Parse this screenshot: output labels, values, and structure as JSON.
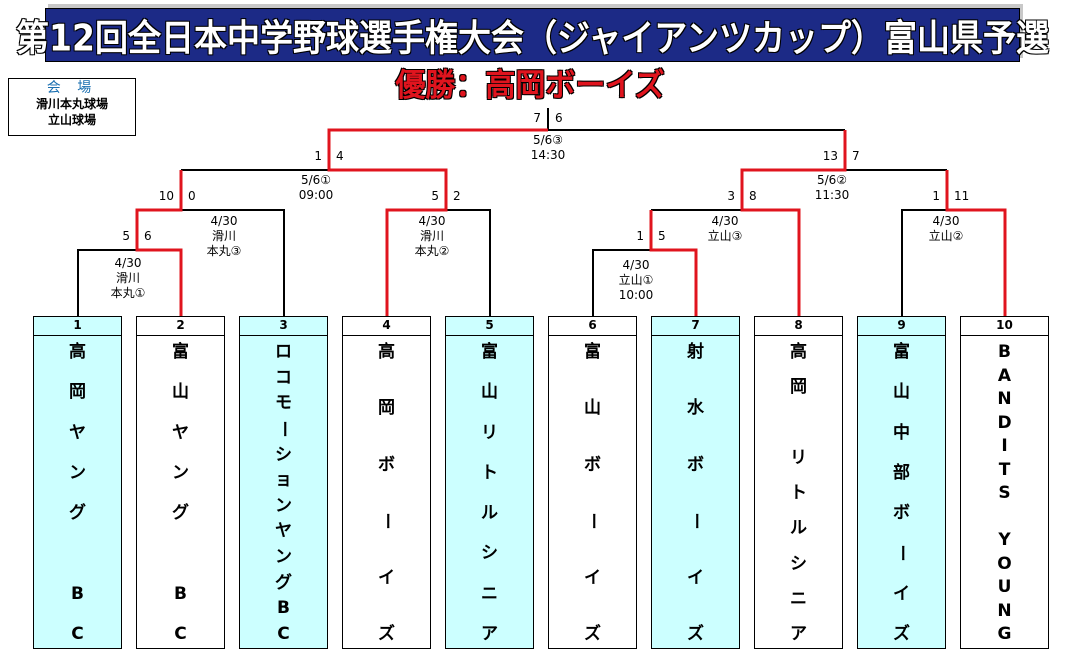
{
  "title": "第12回全日本中学野球選手権大会（ジャイアンツカップ）富山県予選",
  "winner": "優勝：高岡ボーイズ",
  "venue": {
    "heading": "会 場",
    "lines": [
      "滑川本丸球場",
      "立山球場"
    ]
  },
  "colors": {
    "win_line": "#e0141e",
    "title_bg": "#1c2a86",
    "alt_box": "#ccffff"
  },
  "matches": [
    {
      "id": "r1a",
      "score_l": "5",
      "score_r": "6",
      "info": [
        "4/30",
        "滑川",
        "本丸①"
      ]
    },
    {
      "id": "r1b",
      "score_l": "10",
      "score_r": "0",
      "info": [
        "4/30",
        "滑川",
        "本丸③"
      ]
    },
    {
      "id": "r1c",
      "score_l": "5",
      "score_r": "2",
      "info": [
        "4/30",
        "滑川",
        "本丸②"
      ]
    },
    {
      "id": "r1d",
      "score_l": "1",
      "score_r": "5",
      "info": [
        "4/30",
        "立山①",
        "10:00"
      ]
    },
    {
      "id": "r1e",
      "score_l": "3",
      "score_r": "8",
      "info": [
        "4/30",
        "立山③"
      ]
    },
    {
      "id": "r1f",
      "score_l": "1",
      "score_r": "11",
      "info": [
        "4/30",
        "立山②"
      ]
    },
    {
      "id": "semi1",
      "score_l": "1",
      "score_r": "4",
      "info": [
        "5/6①",
        "09:00"
      ]
    },
    {
      "id": "semi2",
      "score_l": "13",
      "score_r": "7",
      "info": [
        "5/6②",
        "11:30"
      ]
    },
    {
      "id": "final",
      "score_l": "7",
      "score_r": "6",
      "info": [
        "5/6③",
        "14:30"
      ]
    }
  ],
  "teams": [
    {
      "num": "1",
      "name": "高岡ヤング BC"
    },
    {
      "num": "2",
      "name": "富山ヤング BC"
    },
    {
      "num": "3",
      "name": "ロコモーションヤングBC"
    },
    {
      "num": "4",
      "name": "高岡ボーイズ"
    },
    {
      "num": "5",
      "name": "富山リトルシニア"
    },
    {
      "num": "6",
      "name": "富山ボーイズ"
    },
    {
      "num": "7",
      "name": "射水ボーイズ"
    },
    {
      "num": "8",
      "name": "高岡 リトルシニア"
    },
    {
      "num": "9",
      "name": "富山中部ボーイズ"
    },
    {
      "num": "10",
      "name": "BANDITS YOUNG"
    }
  ]
}
